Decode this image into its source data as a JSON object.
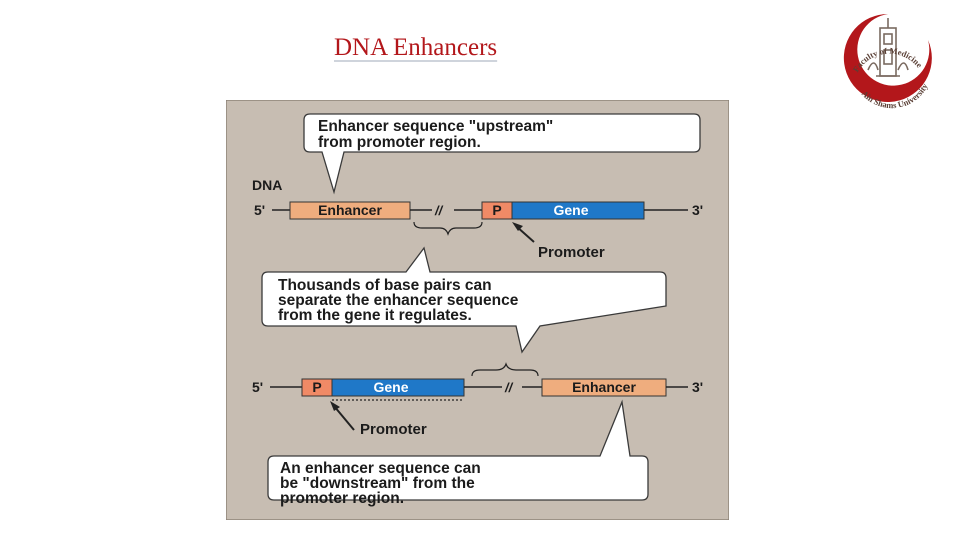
{
  "slide": {
    "title": "DNA Enhancers"
  },
  "logo": {
    "text_top": "Faculty of Medicine",
    "text_bottom": "Ain Shams University",
    "colors": {
      "ring": "#b3171b",
      "emblem": "#7a6a60"
    }
  },
  "diagram": {
    "colors": {
      "background": "#c7bdb2",
      "enhancer_fill": "#efad7e",
      "promoter_fill": "#f08a66",
      "gene_fill": "#1f78c8",
      "gene_text": "#ffffff",
      "callout_fill": "#ffffff"
    },
    "callout_upstream": {
      "line1": "Enhancer sequence \"upstream\"",
      "line2": "from promoter region."
    },
    "dna_label": "DNA",
    "strand1": {
      "five_prime": "5'",
      "enhancer": "Enhancer",
      "break_symbol": "//",
      "promoter": "P",
      "gene": "Gene",
      "three_prime": "3'",
      "promoter_label": "Promoter"
    },
    "callout_middle": {
      "line1": "Thousands of base pairs can",
      "line2": "separate the enhancer sequence",
      "line3": "from the gene it regulates."
    },
    "strand2": {
      "five_prime": "5'",
      "promoter": "P",
      "gene": "Gene",
      "break_symbol": "//",
      "enhancer": "Enhancer",
      "three_prime": "3'",
      "promoter_label": "Promoter"
    },
    "callout_downstream": {
      "line1": "An enhancer sequence can",
      "line2": "be \"downstream\" from the",
      "line3": "promoter region."
    }
  }
}
